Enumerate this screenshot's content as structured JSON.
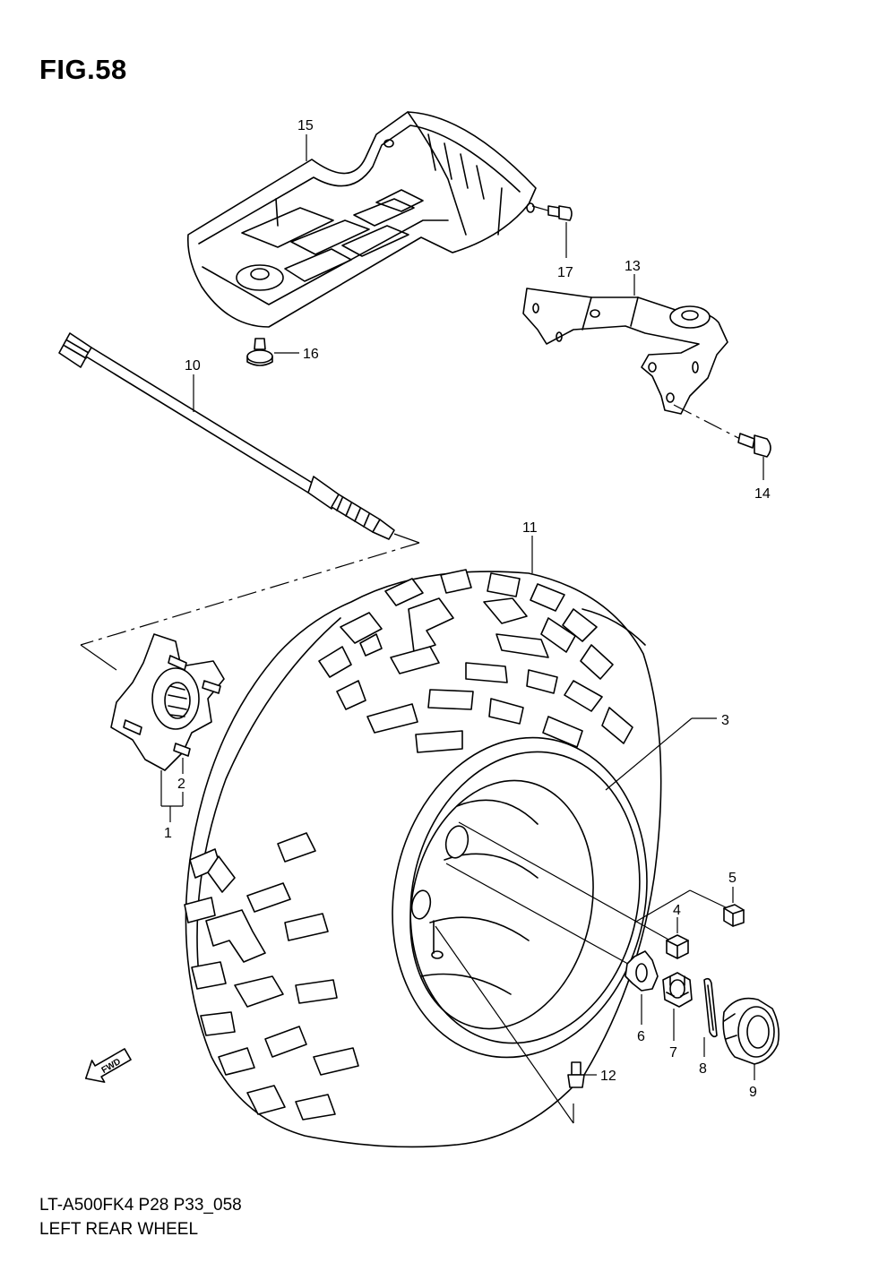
{
  "figure": {
    "title": "FIG.58",
    "model_code": "LT-A500FK4 P28 P33_058",
    "section_name": "LEFT REAR WHEEL",
    "direction_tag": "FWD"
  },
  "callouts": [
    {
      "id": "c1",
      "number": "1"
    },
    {
      "id": "c2",
      "number": "2"
    },
    {
      "id": "c3",
      "number": "3"
    },
    {
      "id": "c4",
      "number": "4"
    },
    {
      "id": "c5",
      "number": "5"
    },
    {
      "id": "c6",
      "number": "6"
    },
    {
      "id": "c7",
      "number": "7"
    },
    {
      "id": "c8",
      "number": "8"
    },
    {
      "id": "c9",
      "number": "9"
    },
    {
      "id": "c10",
      "number": "10"
    },
    {
      "id": "c11",
      "number": "11"
    },
    {
      "id": "c12",
      "number": "12"
    },
    {
      "id": "c13",
      "number": "13"
    },
    {
      "id": "c14",
      "number": "14"
    },
    {
      "id": "c15",
      "number": "15"
    },
    {
      "id": "c16",
      "number": "16"
    },
    {
      "id": "c17",
      "number": "17"
    }
  ]
}
